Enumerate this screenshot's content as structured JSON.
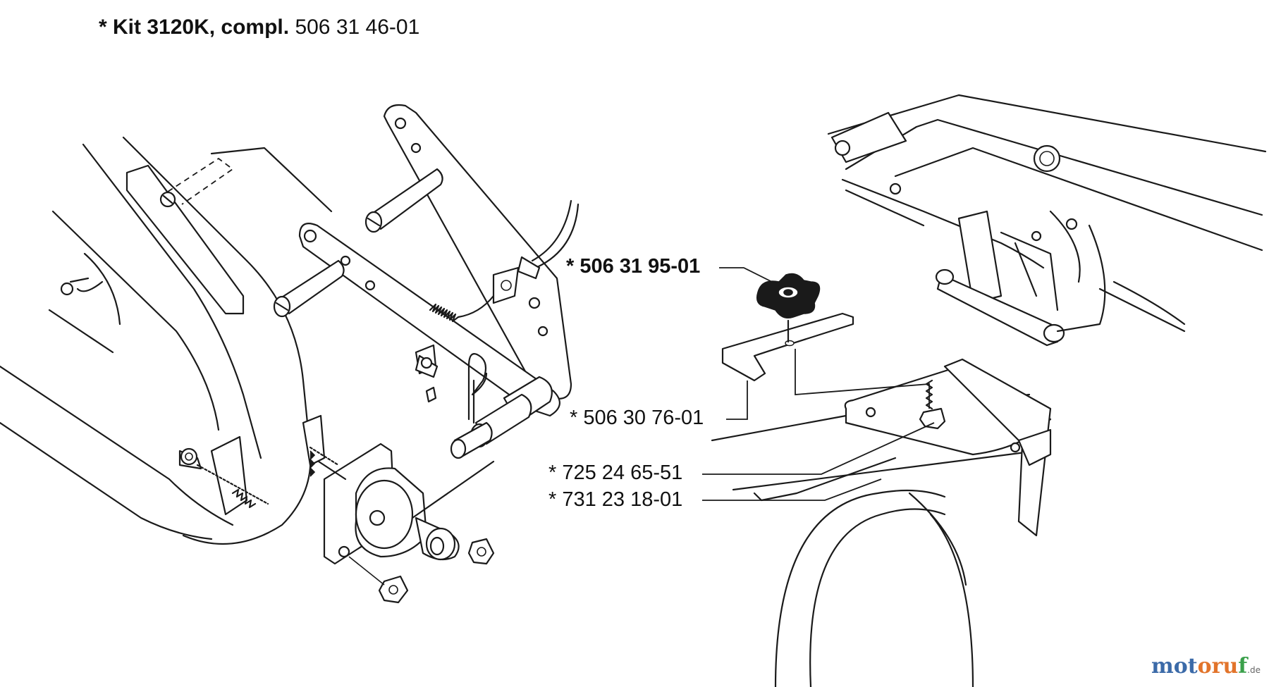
{
  "title": {
    "prefix": "* Kit 3120K, compl.",
    "part_number": "506 31 46-01"
  },
  "callouts": [
    {
      "text": "* 506 31 95-01",
      "bold": true
    },
    {
      "text": "* 506 30 76-01",
      "bold": false
    },
    {
      "text": "* 725 24 65-51",
      "bold": false
    },
    {
      "text": "* 731 23 18-01",
      "bold": false
    }
  ],
  "watermark": {
    "part1": "mot",
    "part2": "oru",
    "part3": "f",
    "suffix": ".de"
  }
}
